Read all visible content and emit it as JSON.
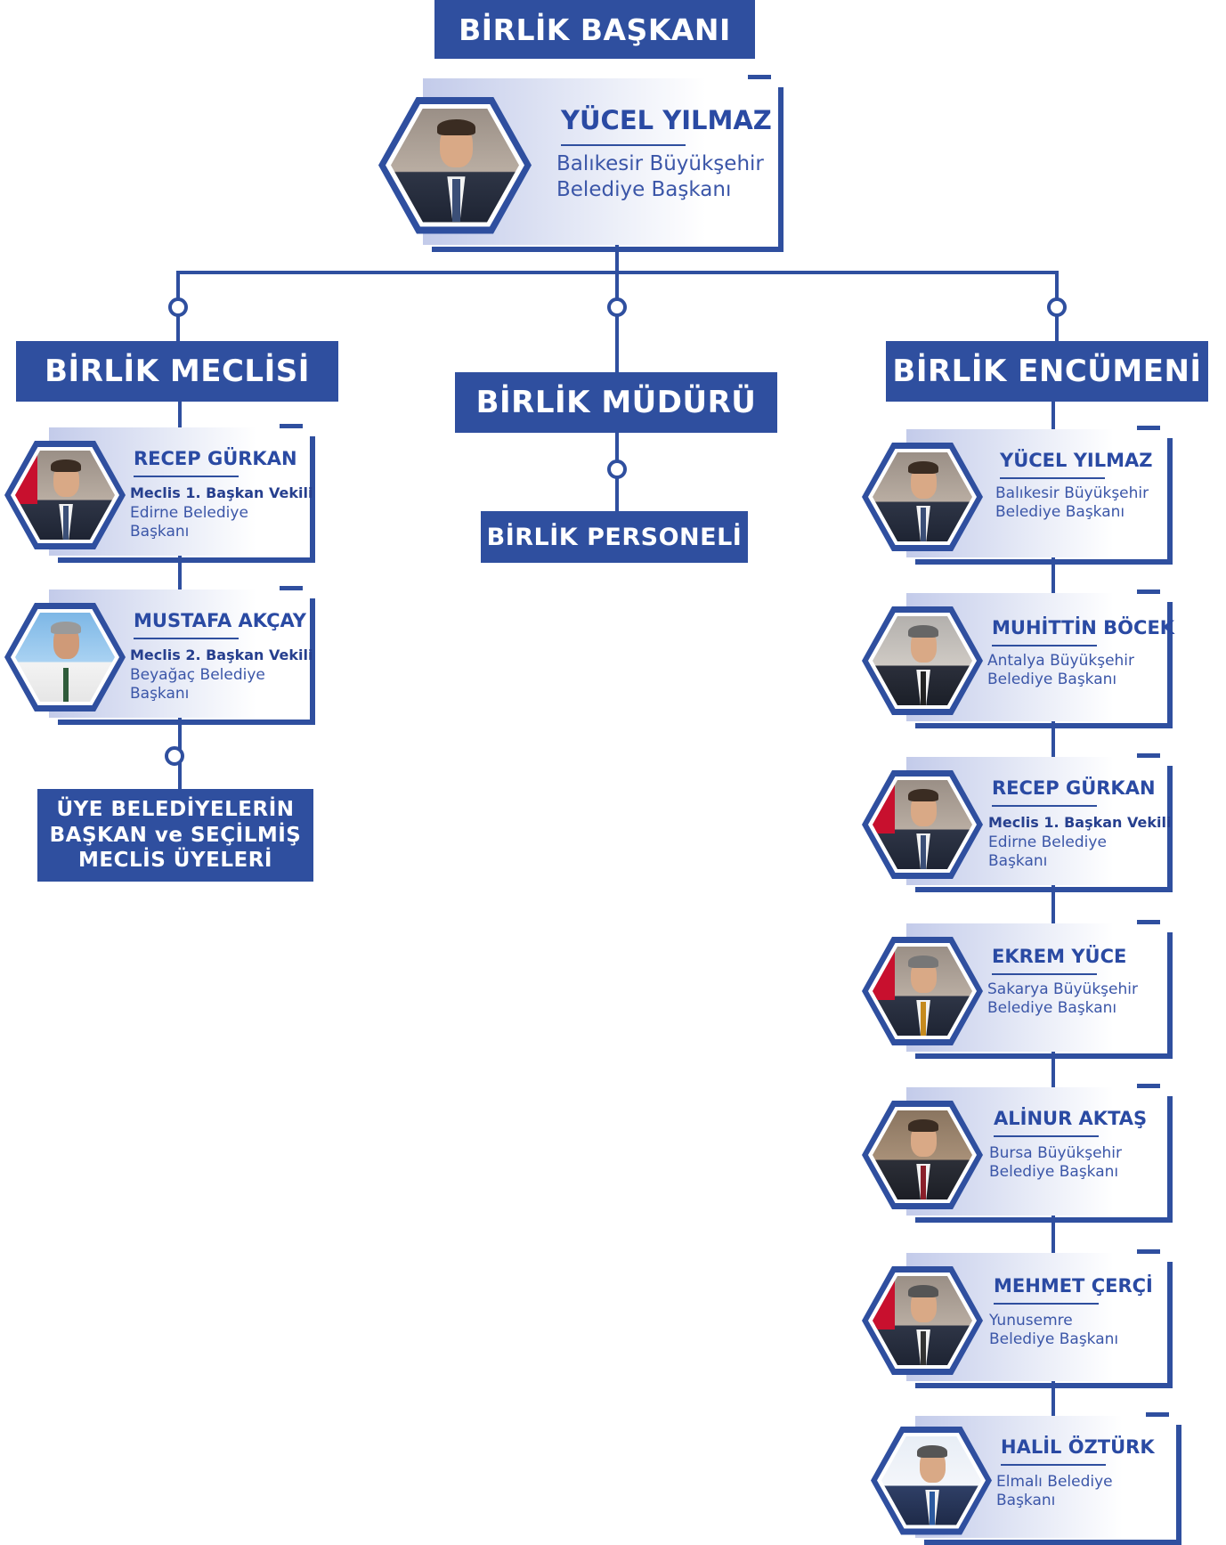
{
  "titles": {
    "president": "BİRLİK BAŞKANI",
    "assembly": "BİRLİK MECLİSİ",
    "director": "BİRLİK MÜDÜRÜ",
    "committee": "BİRLİK ENCÜMENİ",
    "staff": "BİRLİK PERSONELİ",
    "members": "ÜYE BELEDİYELERİN BAŞKAN ve SEÇİLMİŞ MECLİS ÜYELERİ"
  },
  "president": {
    "name": "YÜCEL YILMAZ",
    "desc": "Balıkesir Büyükşehir Belediye Başkanı"
  },
  "assembly": [
    {
      "name": "RECEP GÜRKAN",
      "role": "Meclis 1. Başkan Vekili",
      "desc": "Edirne Belediye Başkanı"
    },
    {
      "name": "MUSTAFA AKÇAY",
      "role": "Meclis 2. Başkan Vekili",
      "desc": "Beyağaç Belediye Başkanı"
    }
  ],
  "committee": [
    {
      "name": "YÜCEL YILMAZ",
      "desc": "Balıkesir Büyükşehir Belediye Başkanı"
    },
    {
      "name": "MUHİTTİN BÖCEK",
      "desc": "Antalya Büyükşehir Belediye Başkanı"
    },
    {
      "name": "RECEP GÜRKAN",
      "role": "Meclis 1. Başkan Vekili",
      "desc": "Edirne Belediye Başkanı"
    },
    {
      "name": "EKREM YÜCE",
      "desc": "Sakarya Büyükşehir Belediye Başkanı"
    },
    {
      "name": "ALİNUR AKTAŞ",
      "desc": "Bursa Büyükşehir Belediye Başkanı"
    },
    {
      "name": "MEHMET ÇERÇİ",
      "desc": "Yunusemre Belediye Başkanı"
    },
    {
      "name": "HALİL ÖZTÜRK",
      "desc": "Elmalı Belediye Başkanı"
    }
  ]
}
